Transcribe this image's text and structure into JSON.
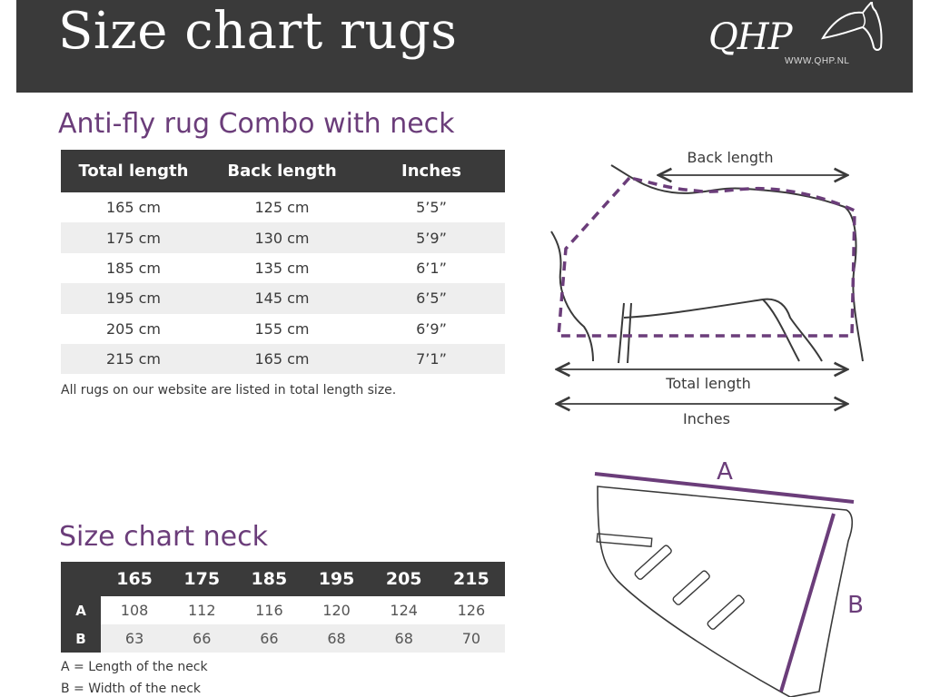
{
  "header": {
    "title": "Size chart rugs",
    "logo_text": "QHP",
    "logo_url": "WWW.QHP.NL"
  },
  "rug_section": {
    "heading": "Anti-fly rug Combo with neck",
    "columns": [
      "Total length",
      "Back length",
      "Inches"
    ],
    "rows": [
      [
        "165 cm",
        "125 cm",
        "5’5”"
      ],
      [
        "175 cm",
        "130 cm",
        "5’9”"
      ],
      [
        "185 cm",
        "135 cm",
        "6’1”"
      ],
      [
        "195 cm",
        "145 cm",
        "6’5”"
      ],
      [
        "205 cm",
        "155 cm",
        "6’9”"
      ],
      [
        "215 cm",
        "165 cm",
        "7’1”"
      ]
    ],
    "note": "All rugs on our website are listed in total length size."
  },
  "horse_diagram": {
    "back_length_label": "Back length",
    "total_length_label": "Total length",
    "inches_label": "Inches"
  },
  "neck_section": {
    "heading": "Size chart neck",
    "sizes": [
      "165",
      "175",
      "185",
      "195",
      "205",
      "215"
    ],
    "rows": [
      {
        "label": "A",
        "values": [
          "108",
          "112",
          "116",
          "120",
          "124",
          "126"
        ]
      },
      {
        "label": "B",
        "values": [
          "63",
          "66",
          "66",
          "68",
          "68",
          "70"
        ]
      }
    ],
    "legend_a": "A = Length of the neck",
    "legend_b": "B = Width of the neck"
  },
  "neck_diagram": {
    "label_a": "A",
    "label_b": "B"
  },
  "colors": {
    "dark": "#3a3a3a",
    "accent_purple": "#6b3d7a",
    "alt_row": "#eeeeee"
  }
}
